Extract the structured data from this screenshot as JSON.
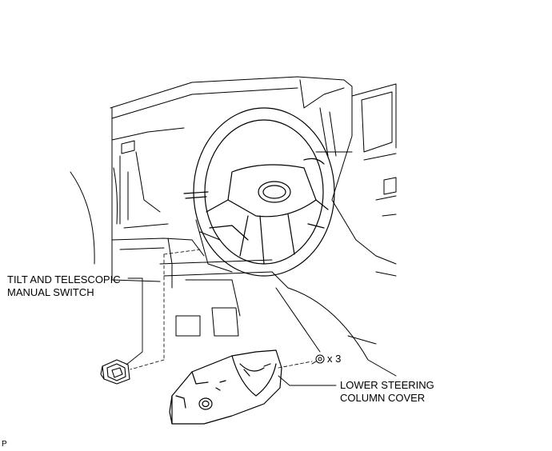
{
  "labels": {
    "tilt_switch_line1": "TILT AND TELESCOPIC",
    "tilt_switch_line2": "MANUAL SWITCH",
    "cover_line1": "LOWER STEERING",
    "cover_line2": "COLUMN COVER",
    "screw_quantity": "x 3",
    "figure_ref": "P"
  }
}
